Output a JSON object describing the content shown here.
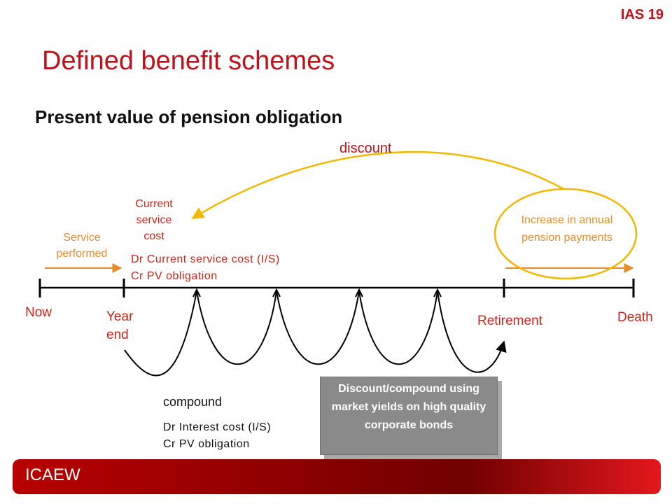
{
  "header": {
    "tag": "IAS 19",
    "title": "Defined benefit schemes"
  },
  "subtitle": "Present value of pension obligation",
  "labels": {
    "discount": "discount",
    "current_service_cost": "Current service cost",
    "service_performed": "Service performed",
    "dr_current_service_cost": "Dr Current service cost (I/S)",
    "cr_pv_obligation_1": "Cr PV obligation",
    "increase_in_payments": "Increase in annual pension payments",
    "now": "Now",
    "year_end": "Year end",
    "retirement": "Retirement",
    "death": "Death",
    "compound": "compound",
    "dr_interest_cost": "Dr Interest cost (I/S)",
    "cr_pv_obligation_2": "Cr PV obligation"
  },
  "callout": {
    "text": "Discount/compound using market yields on high quality corporate bonds"
  },
  "footer": {
    "brand": "ICAEW"
  },
  "colors": {
    "red": "#c0101a",
    "orange": "#e58d2a",
    "yellow": "#f2b800",
    "grey_box": "#8a8a8a"
  }
}
